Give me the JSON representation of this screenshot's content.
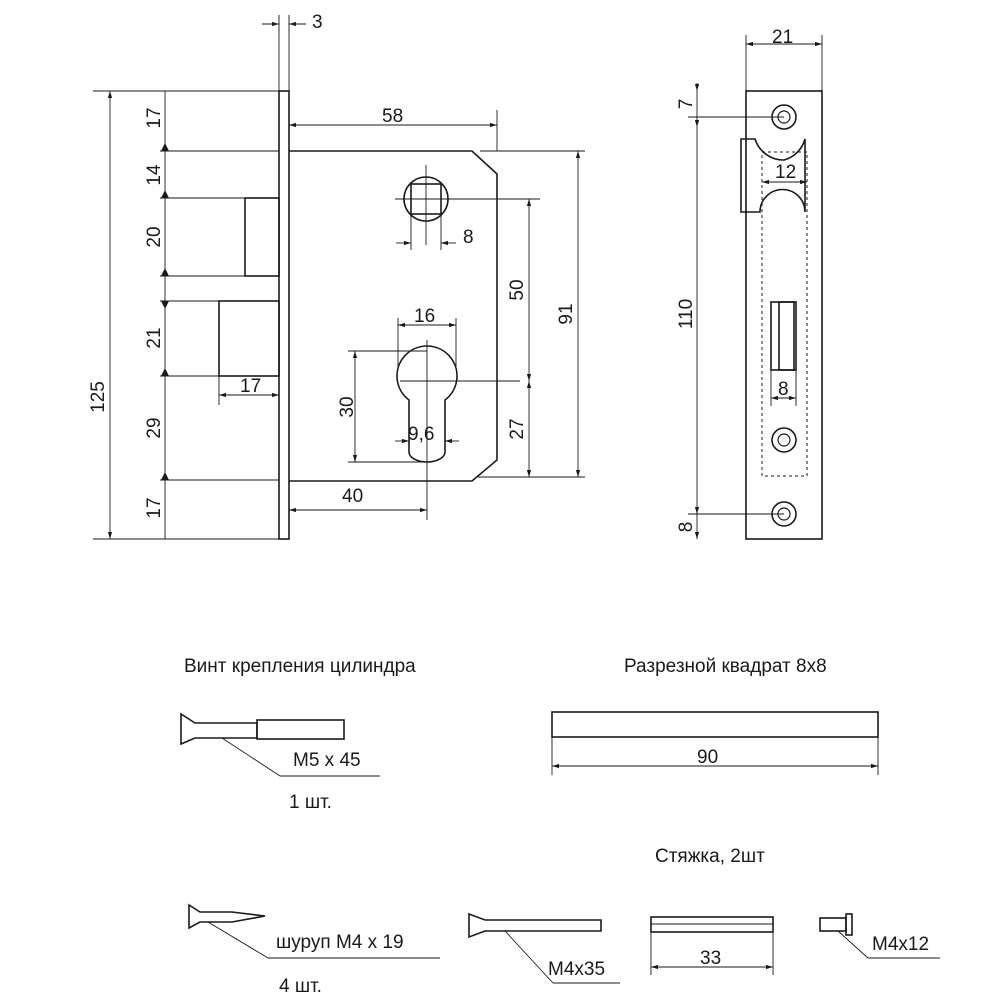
{
  "front_view": {
    "dims": {
      "plate_thickness": "3",
      "backset_width": "58",
      "square_hole": "8",
      "cylinder_width": "16",
      "cylinder_height": "30",
      "cylinder_lower": "9,6",
      "center_distance": "50",
      "body_height": "91",
      "cyl_to_bottom": "27",
      "backset": "40",
      "latch_proj": "17",
      "total_height": "125",
      "v17_top": "17",
      "v14": "14",
      "v20": "20",
      "v21": "21",
      "v29": "29",
      "v17_bottom": "17"
    }
  },
  "side_view": {
    "dims": {
      "width": "21",
      "top_offset": "7",
      "latch_width": "12",
      "screw_spacing": "110",
      "bolt_width": "8",
      "bottom_offset": "8"
    }
  },
  "accessories": {
    "cylinder_screw": {
      "title": "Винт крепления цилиндра",
      "size": "M5 x 45",
      "qty": "1 шт."
    },
    "square_bar": {
      "title": "Разрезной квадрат 8x8",
      "length": "90"
    },
    "wood_screw": {
      "size": "шуруп M4 x 19",
      "qty": "4 шт."
    },
    "tie": {
      "title": "Стяжка, 2шт",
      "long": "M4x35",
      "sleeve_length": "33",
      "short": "M4x12"
    }
  }
}
